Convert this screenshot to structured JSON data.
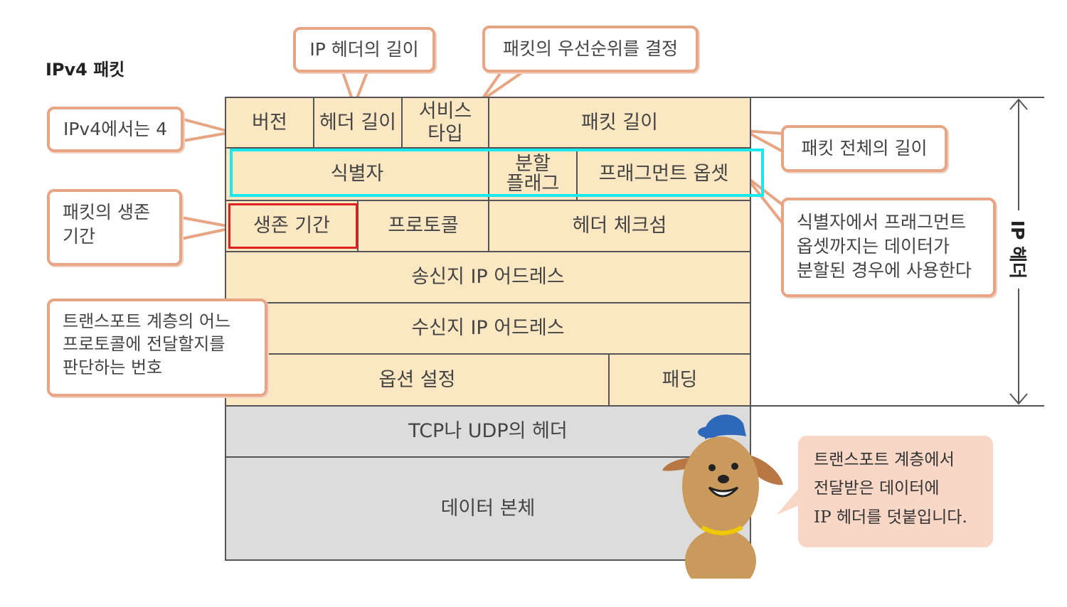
{
  "title": "IPv4 패킷",
  "header_fields": {
    "version": "버전",
    "header_length": "헤더 길이",
    "service_type": "서비스\n타입",
    "packet_length": "패킷 길이",
    "identifier": "식별자",
    "fragment_flag": "분할\n플래그",
    "fragment_offset": "프래그먼트 옵셋",
    "ttl": "생존 기간",
    "protocol": "프로토콜",
    "checksum": "헤더 체크섬",
    "source_ip": "송신지 IP 어드레스",
    "dest_ip": "수신지 IP 어드레스",
    "options": "옵션 설정",
    "padding": "패딩"
  },
  "body_fields": {
    "transport_header": "TCP나 UDP의 헤더",
    "data": "데이터 본체"
  },
  "side_label": "IP 헤더",
  "callouts": {
    "ipv4_version": "IPv4에서는 4",
    "ttl": "패킷의 생존\n기간",
    "protocol": "트랜스포트 계층의 어느\n프로토콜에 전달할지를\n판단하는 번호",
    "header_length": "IP 헤더의 길이",
    "service_type": "패킷의 우선순위를 결정",
    "packet_length": "패킷 전체의 길이",
    "fragment": "식별자에서 프래그먼트\n옵셋까지는 데이터가\n분할된 경우에 사용한다"
  },
  "speech": "트랜스포트 계층에서\n전달받은 데이터에\nIP 헤더를 덧붙입니다.",
  "colors": {
    "header_fill": "#fbe7c2",
    "body_fill": "#dcdcdc",
    "callout_border": "#e7a583",
    "speech_fill": "#f9d7c7",
    "highlight_cyan": "#19e8ef",
    "highlight_red": "#e02020"
  }
}
